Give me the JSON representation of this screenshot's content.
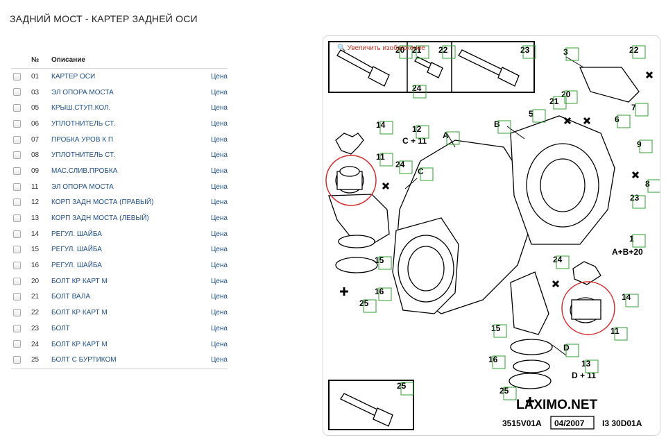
{
  "page": {
    "title": "ЗАДНИЙ МОСТ - КАРТЕР ЗАДНЕЙ ОСИ"
  },
  "table": {
    "headers": {
      "num": "№",
      "desc": "Описание"
    },
    "rows": [
      {
        "num": "01",
        "desc": "КАРТЕР ОСИ",
        "price": "Цена"
      },
      {
        "num": "03",
        "desc": "ЭЛ ОПОРА МОСТА",
        "price": "Цена"
      },
      {
        "num": "05",
        "desc": "КРЫШ.СТУП.КОЛ.",
        "price": "Цена"
      },
      {
        "num": "06",
        "desc": "УПЛОТНИТЕЛЬ СТ.",
        "price": "Цена"
      },
      {
        "num": "07",
        "desc": "ПРОБКА УРОВ К П",
        "price": "Цена"
      },
      {
        "num": "08",
        "desc": "УПЛОТНИТЕЛЬ СТ.",
        "price": "Цена"
      },
      {
        "num": "09",
        "desc": "МАС.СЛИВ.ПРОБКА",
        "price": "Цена"
      },
      {
        "num": "11",
        "desc": "ЭЛ ОПОРА МОСТА",
        "price": "Цена"
      },
      {
        "num": "12",
        "desc": "КОРП ЗАДН МОСТА (ПРАВЫЙ)",
        "price": "Цена"
      },
      {
        "num": "13",
        "desc": "КОРП ЗАДН МОСТА (ЛЕВЫЙ)",
        "price": "Цена"
      },
      {
        "num": "14",
        "desc": "РЕГУЛ. ШАЙБА",
        "price": "Цена"
      },
      {
        "num": "15",
        "desc": "РЕГУЛ. ШАЙБА",
        "price": "Цена"
      },
      {
        "num": "16",
        "desc": "РЕГУЛ. ШАЙБА",
        "price": "Цена"
      },
      {
        "num": "20",
        "desc": "БОЛТ КР КАРТ М",
        "price": "Цена"
      },
      {
        "num": "21",
        "desc": "БОЛТ ВАЛА",
        "price": "Цена"
      },
      {
        "num": "22",
        "desc": "БОЛТ КР КАРТ М",
        "price": "Цена"
      },
      {
        "num": "23",
        "desc": "БОЛТ",
        "price": "Цена"
      },
      {
        "num": "24",
        "desc": "БОЛТ КР КАРТ М",
        "price": "Цена"
      },
      {
        "num": "25",
        "desc": "БОЛТ С БУРТИКОМ",
        "price": "Цена"
      }
    ]
  },
  "diagram": {
    "zoom_link": "Увеличить изображение",
    "labels": {
      "n20": "20",
      "n21": "21",
      "n22": "22",
      "n23": "23",
      "n24": "24",
      "n25": "25",
      "n3": "3",
      "n5": "5",
      "n6": "6",
      "n7": "7",
      "n8": "8",
      "n9": "9",
      "n11": "11",
      "n12": "12",
      "n13": "13",
      "n14": "14",
      "n15": "15",
      "n16": "16",
      "n1": "1",
      "A": "A",
      "B": "B",
      "C": "C",
      "D": "D",
      "formula12": "C + 11",
      "formula13": "D + 11",
      "formula1": "A+B+20"
    },
    "brand": "LAXIMO.NET",
    "footer_code": "3515V01A",
    "footer_date": "04/2007",
    "footer_ref": "I3 30D01A"
  },
  "colors": {
    "link": "#1f4f8a",
    "hotspot": "#2ea12e",
    "highlight": "#d62b2b",
    "zoom_link": "#c0392b"
  }
}
